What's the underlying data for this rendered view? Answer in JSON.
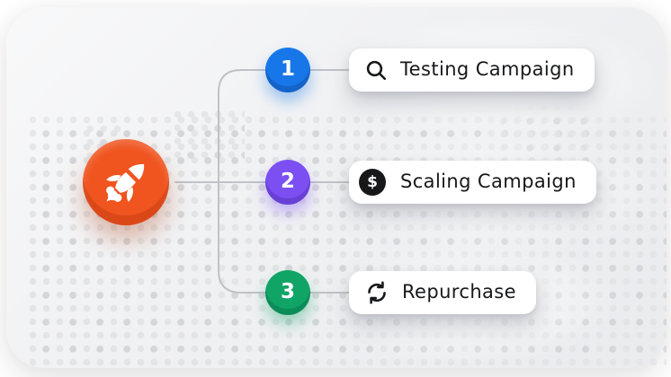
{
  "illustration": {
    "hub": {
      "icon": "rocket-icon",
      "color": "#f0541f"
    },
    "steps": [
      {
        "number": "1",
        "color": "#1877e8",
        "icon": "search-icon",
        "label": "Testing Campaign"
      },
      {
        "number": "2",
        "color": "#7b4ff2",
        "icon": "dollar-icon",
        "label": "Scaling Campaign"
      },
      {
        "number": "3",
        "color": "#11a467",
        "icon": "repeat-icon",
        "label": "Repurchase"
      }
    ],
    "dollar_symbol": "$",
    "colors": {
      "page_bg": "#ffffff",
      "card_bg": "#f0f1f3",
      "connector": "#bfc2c6",
      "label_text": "#17181a",
      "pill_bg": "#ffffff"
    }
  }
}
